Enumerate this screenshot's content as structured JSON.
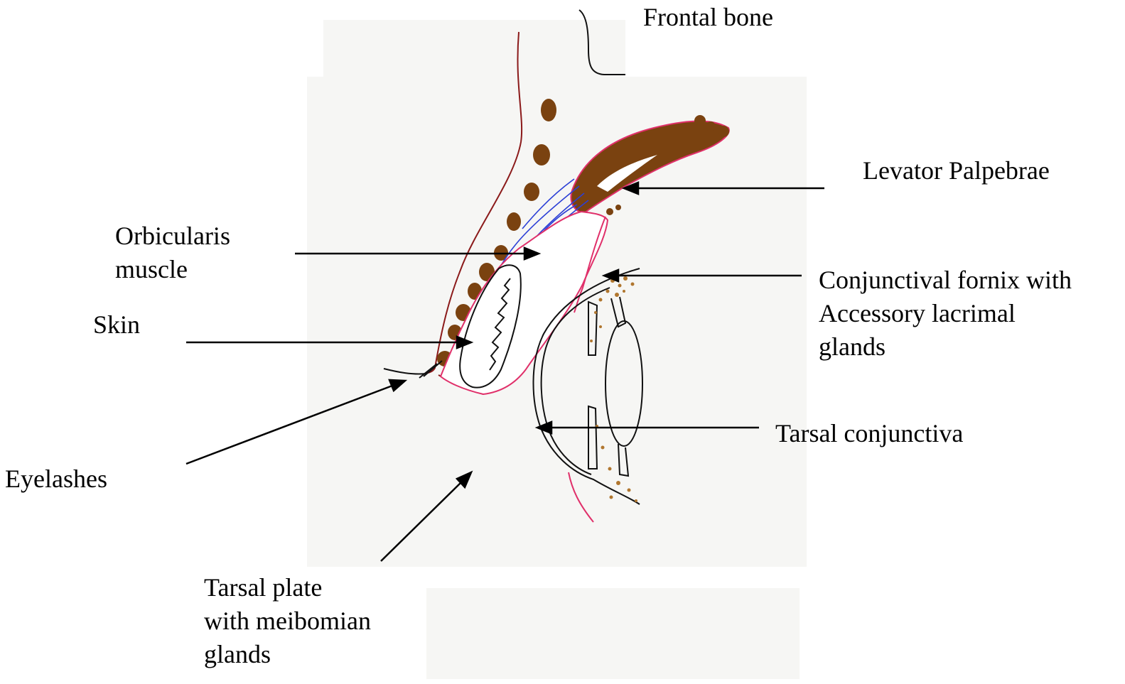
{
  "labels": {
    "frontal_bone": "Frontal bone",
    "levator": "Levator Palpebrae",
    "orbicularis": [
      "Orbicularis",
      "muscle"
    ],
    "skin": "Skin",
    "fornix": [
      "Conjunctival fornix with",
      "Accessory lacrimal",
      "glands"
    ],
    "tarsal_conjunctiva": "Tarsal conjunctiva",
    "eyelashes": "Eyelashes",
    "tarsal_plate": [
      "Tarsal plate",
      "with meibomian",
      "glands"
    ]
  },
  "colors": {
    "background_shade": "#f6f6f4",
    "skin_outline": "#8b1a1a",
    "muscle_brown": "#7a4210",
    "fiber_blue": "#2b3fd6",
    "conjunctiva_pink": "#e0306a",
    "gland_tan": "#b0762e",
    "ink": "#000000"
  }
}
